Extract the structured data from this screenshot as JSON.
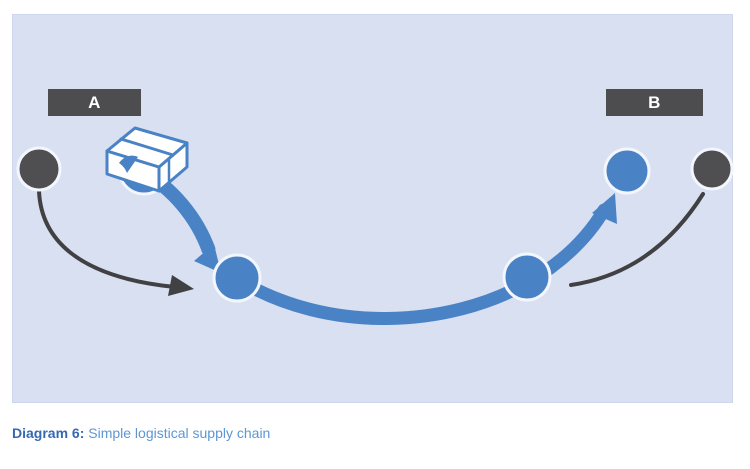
{
  "diagram": {
    "title_semantic": "Simple logistical supply chain",
    "station_a": {
      "label": "A"
    },
    "station_b": {
      "label": "B"
    },
    "colors": {
      "panel_background": "#d8e0f2",
      "accent_blue": "#4a83c5",
      "node_dark_gray": "#4f4f52",
      "arrow_dark_gray": "#414144",
      "label_background": "#4d4d50",
      "label_text": "#ffffff",
      "node_ring": "#f3f6fc",
      "box_fill": "#ffffff"
    }
  },
  "caption": {
    "prefix": "Diagram 6:",
    "text": "Simple logistical supply chain",
    "prefix_color": "#3569b1",
    "text_color": "#5d96d5"
  }
}
